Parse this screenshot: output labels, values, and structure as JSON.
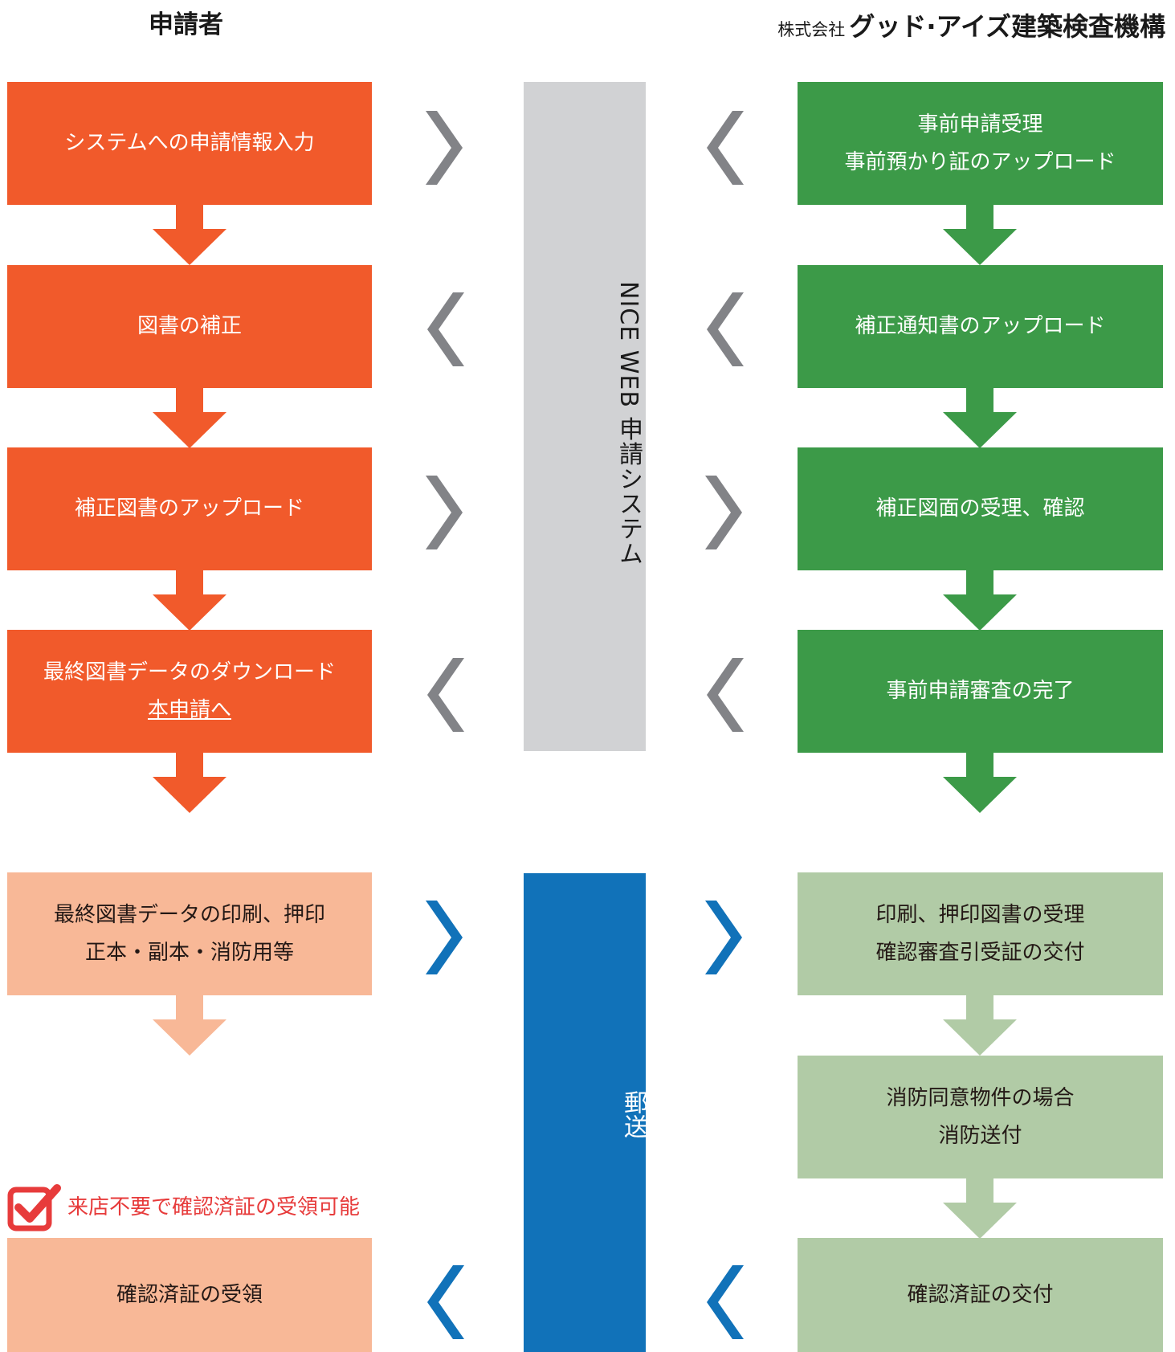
{
  "headers": {
    "applicant": "申請者",
    "company_prefix": "株式会社",
    "company_name": "グッド·アイズ建築検査機構"
  },
  "applicant_steps": [
    {
      "lines": [
        "システムへの申請情報入力"
      ]
    },
    {
      "lines": [
        "図書の補正"
      ]
    },
    {
      "lines": [
        "補正図書のアップロード"
      ]
    },
    {
      "lines": [
        "最終図書データのダウンロード"
      ],
      "link": "本申請へ"
    },
    {
      "lines": [
        "最終図書データの印刷、押印",
        "正本・副本・消防用等"
      ]
    },
    {
      "lines": [
        "確認済証の受領"
      ]
    }
  ],
  "agency_steps": [
    {
      "lines": [
        "事前申請受理",
        "事前預かり証のアップロード"
      ]
    },
    {
      "lines": [
        "補正通知書のアップロード"
      ]
    },
    {
      "lines": [
        "補正図面の受理、確認"
      ]
    },
    {
      "lines": [
        "事前申請審査の完了"
      ]
    },
    {
      "lines": [
        "印刷、押印図書の受理",
        "確認審査引受証の交付"
      ]
    },
    {
      "lines": [
        "消防同意物件の場合",
        "消防送付"
      ]
    },
    {
      "lines": [
        "確認済証の交付"
      ]
    }
  ],
  "channels": {
    "web_system": "NICE WEB 申請システム",
    "mail": "郵送"
  },
  "note": {
    "text": "来店不要で確認済証の受領可能",
    "icon": "checkbox-check-icon"
  },
  "colors": {
    "applicant_primary": "#f15a2b",
    "applicant_secondary": "#f8b897",
    "agency_primary": "#3c9a48",
    "agency_secondary": "#b1cba6",
    "web_channel": "#d1d2d4",
    "mail_channel": "#1172b9",
    "chevron_gray": "#828387",
    "chevron_blue": "#1172b9",
    "note_red": "#e73b3b"
  }
}
